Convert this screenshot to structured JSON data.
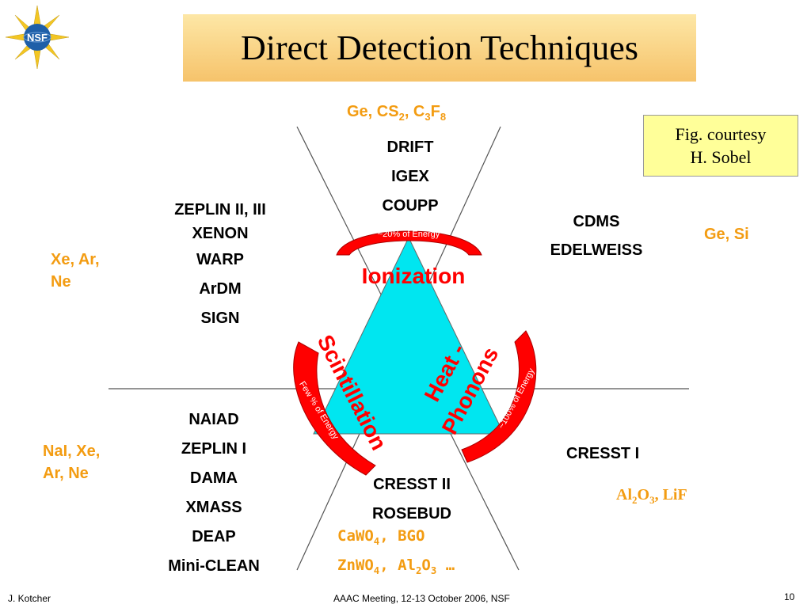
{
  "title": "Direct Detection Techniques",
  "logo": {
    "text": "NSF"
  },
  "courtesy": {
    "line1": "Fig. courtesy",
    "line2": "H. Sobel"
  },
  "top": {
    "materials": [
      "Ge, CS",
      "2",
      ", C",
      "3",
      "F",
      "8"
    ],
    "experiments": [
      "DRIFT",
      "IGEX",
      "COUPP"
    ]
  },
  "upper_left": {
    "experiments": [
      "ZEPLIN II, III",
      "XENON",
      "WARP",
      "ArDM",
      "SIGN"
    ],
    "materials": [
      "Xe, Ar,",
      "Ne"
    ]
  },
  "upper_right": {
    "experiments": [
      "CDMS",
      "EDELWEISS"
    ],
    "materials": "Ge, Si"
  },
  "lower_left": {
    "experiments": [
      "NAIAD",
      "ZEPLIN I",
      "DAMA",
      "XMASS",
      "DEAP",
      "Mini-CLEAN"
    ],
    "materials": [
      "NaI, Xe,",
      "Ar, Ne"
    ]
  },
  "lower_right": {
    "experiments": [
      "CRESST I"
    ],
    "materials": [
      "Al",
      "2",
      "O",
      "3",
      ", LiF"
    ]
  },
  "bottom": {
    "experiments": [
      "CRESST II",
      "ROSEBUD"
    ],
    "materials1": [
      "CaWO",
      "4",
      ", BGO"
    ],
    "materials2": [
      "ZnWO",
      "4",
      ", Al",
      "2",
      "O",
      "3",
      " …"
    ]
  },
  "triangle": {
    "ionization": "Ionization",
    "scintillation": "Scintillation",
    "heat1": "Heat -",
    "heat2": "Phonons"
  },
  "arrows": {
    "top": "~20% of Energy",
    "left": "Few % of Energy",
    "right": "~100% of Energy"
  },
  "colors": {
    "triangle_fill": "#00e6f0",
    "arrow_fill": "#ff0000",
    "accent": "#f39c12",
    "label_red": "#ff0000"
  },
  "footer": {
    "left": "J. Kotcher",
    "center": "AAAC Meeting, 12-13 October 2006, NSF",
    "page": "10"
  }
}
